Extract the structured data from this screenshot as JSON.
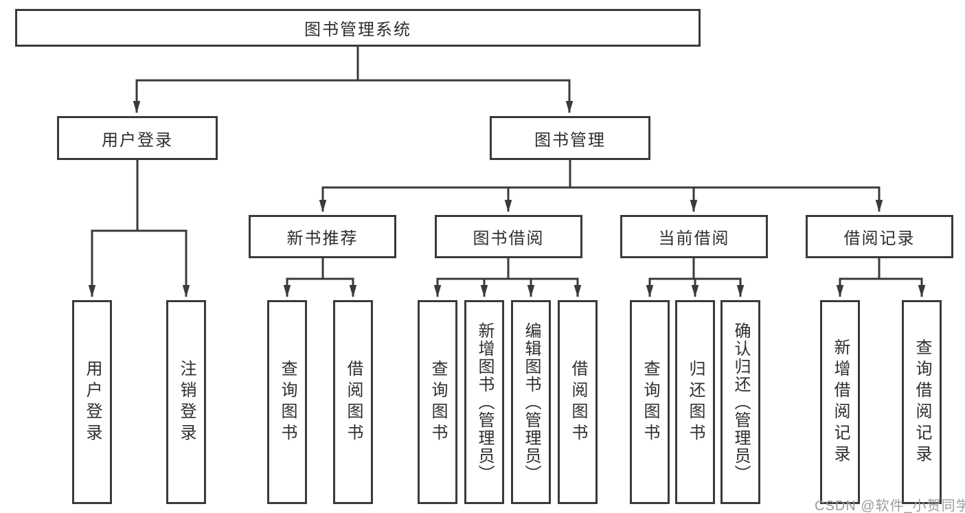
{
  "diagram": {
    "nodes": {
      "root": {
        "label": "图书管理系统"
      },
      "login": {
        "label": "用户登录"
      },
      "mgmt": {
        "label": "图书管理"
      },
      "rec": {
        "label": "新书推荐"
      },
      "borrow": {
        "label": "图书借阅"
      },
      "current": {
        "label": "当前借阅"
      },
      "record": {
        "label": "借阅记录"
      },
      "login_user": {
        "label": "用户登录"
      },
      "login_logout": {
        "label": "注销登录"
      },
      "rec_query": {
        "label": "查询图书"
      },
      "rec_borrow": {
        "label": "借阅图书"
      },
      "borrow_query": {
        "label": "查询图书"
      },
      "borrow_add": {
        "label": "新增图书（管理员）"
      },
      "borrow_edit": {
        "label": "编辑图书（管理员）"
      },
      "borrow_borrow": {
        "label": "借阅图书"
      },
      "current_query": {
        "label": "查询图书"
      },
      "current_return": {
        "label": "归还图书"
      },
      "current_confirm": {
        "label": "确认归还（管理员）"
      },
      "record_add": {
        "label": "新增借阅记录"
      },
      "record_query": {
        "label": "查询借阅记录"
      }
    }
  },
  "watermark": {
    "text": "CSDN @软件_小贺同学"
  },
  "colors": {
    "line": "#3a3a3a",
    "text": "#2e2e2e",
    "watermark": "#9b9b9b",
    "background": "#ffffff"
  }
}
